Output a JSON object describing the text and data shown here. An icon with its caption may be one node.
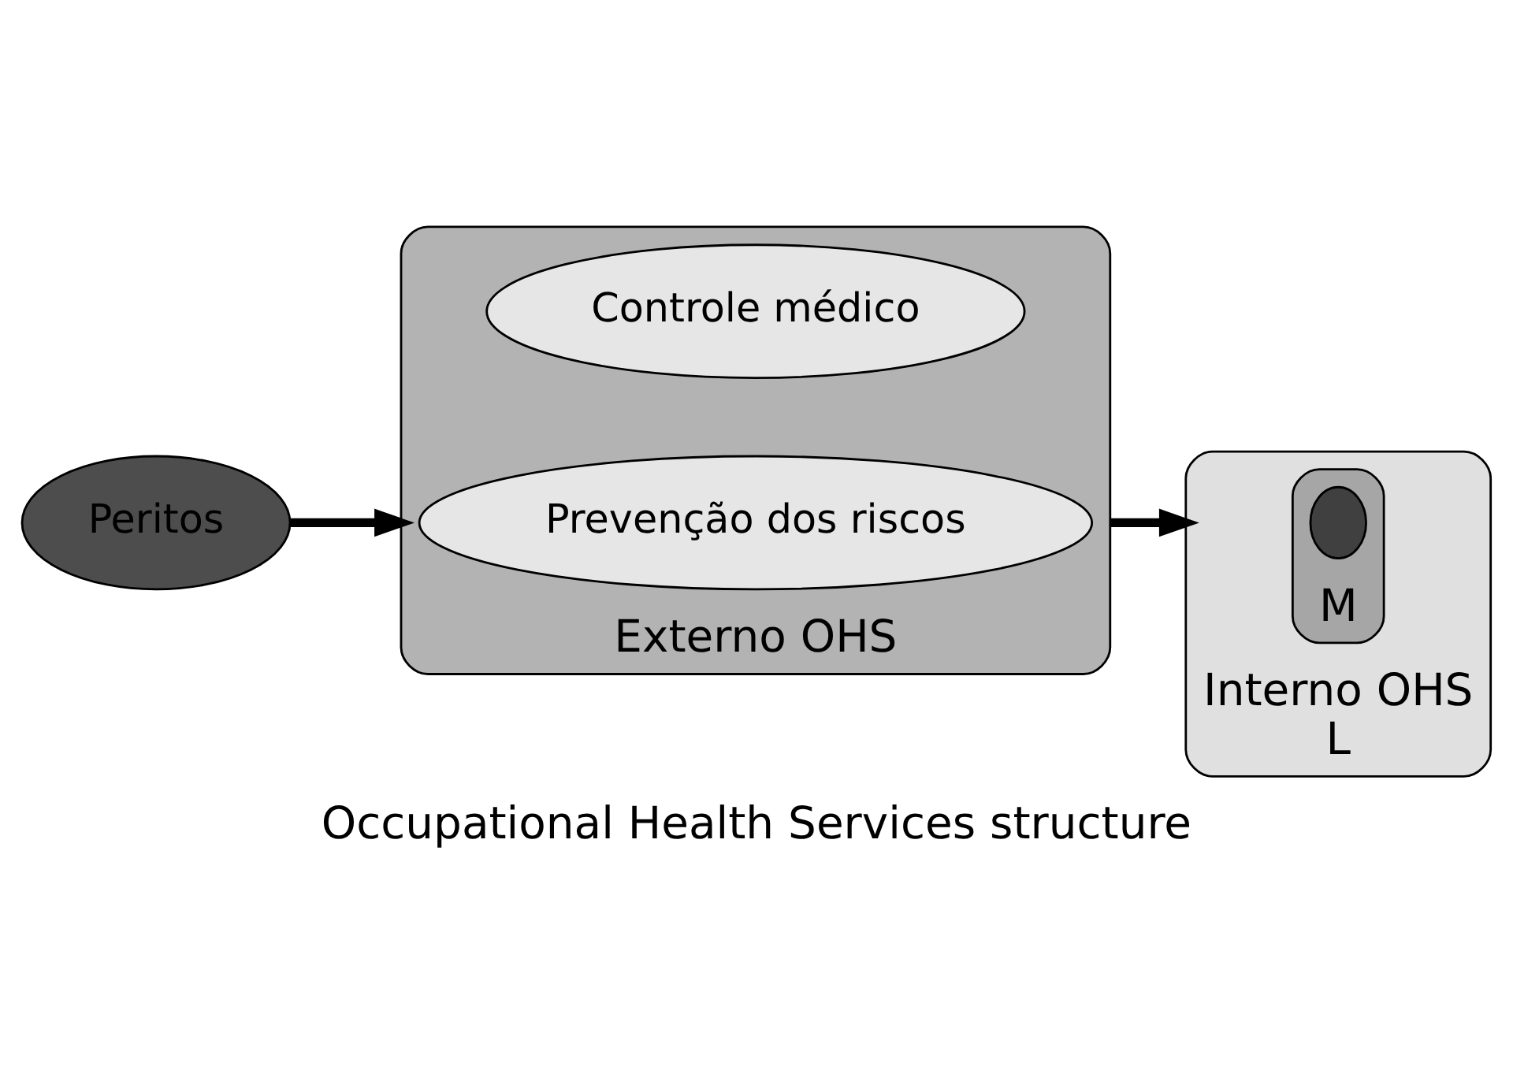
{
  "diagram": {
    "caption": "Occupational Health Services structure",
    "nodes": [
      {
        "text": [
          "Externo OHS"
        ]
      },
      {
        "text": [
          "Controle médico"
        ],
        "in": 0
      },
      {
        "text": [
          "Prevenção dos riscos"
        ],
        "in": 0
      },
      {
        "text": [
          "Peritos"
        ]
      },
      {
        "text": [
          "Interno OHS",
          "L"
        ]
      },
      {
        "text": [
          "M"
        ],
        "in": 4
      },
      {
        "text": [],
        "shape": "ellipse",
        "in": 5
      }
    ],
    "edges": [
      {
        "from": 3,
        "to": 0,
        "arrow": "to"
      },
      {
        "from": 0,
        "to": 4,
        "arrow": "to"
      }
    ]
  }
}
